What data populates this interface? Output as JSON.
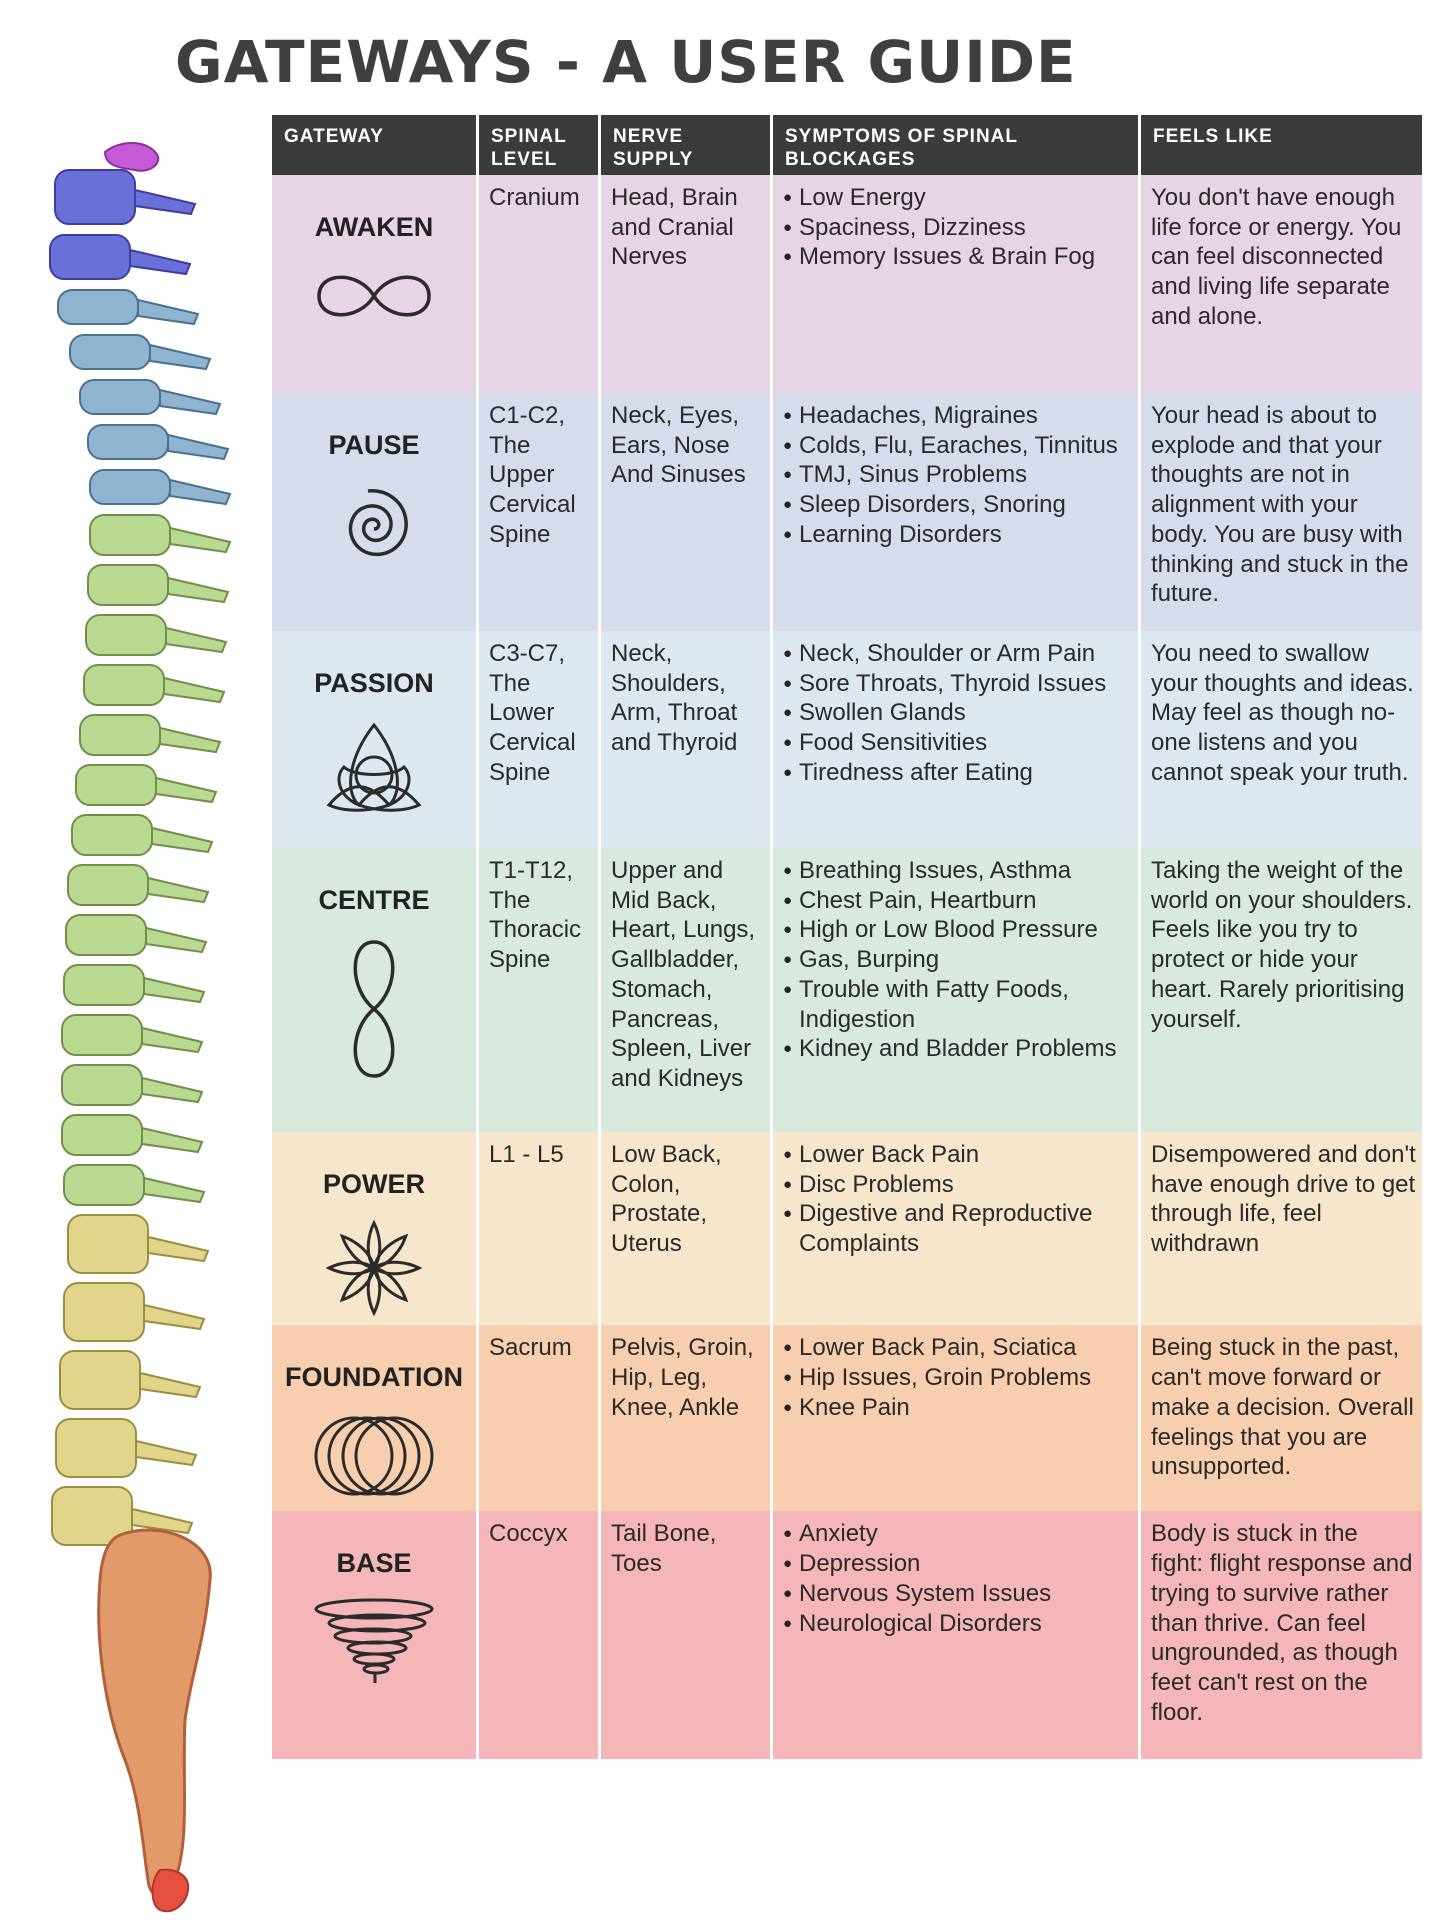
{
  "title": "GATEWAYS - A USER GUIDE",
  "headers": {
    "gateway": "GATEWAY",
    "spinal_level": "SPINAL LEVEL",
    "nerve_supply": "NERVE SUPPLY",
    "symptoms": "SYMPTOMS OF SPINAL BLOCKAGES",
    "feels_like": "FEELS LIKE"
  },
  "rows": [
    {
      "gateway": "AWAKEN",
      "icon": "infinity-icon",
      "color": "#e7d4e4",
      "spinal_level": "Cranium",
      "nerve_supply": "Head, Brain and Cranial Nerves",
      "symptoms": [
        "Low Energy",
        "Spaciness, Dizziness",
        "Memory Issues & Brain Fog"
      ],
      "feels_like": "You don't have enough life force or energy. You can feel disconnected and living life separate and alone."
    },
    {
      "gateway": "PAUSE",
      "icon": "spiral-icon",
      "color": "#d6dcec",
      "spinal_level": "C1-C2, The Upper Cervical Spine",
      "nerve_supply": "Neck, Eyes, Ears, Nose And Sinuses",
      "symptoms": [
        "Headaches, Migraines",
        "Colds, Flu, Earaches, Tinnitus",
        "TMJ, Sinus Problems",
        "Sleep Disorders, Snoring",
        "Learning Disorders"
      ],
      "feels_like": "Your head is about to explode and that your thoughts are not in alignment with your body. You are busy with thinking and stuck in the future."
    },
    {
      "gateway": "PASSION",
      "icon": "triquetra-icon",
      "color": "#dce7ef",
      "spinal_level": "C3-C7, The Lower Cervical Spine",
      "nerve_supply": "Neck, Shoulders, Arm, Throat and Thyroid",
      "symptoms": [
        "Neck, Shoulder or Arm Pain",
        "Sore Throats, Thyroid Issues",
        "Swollen Glands",
        "Food Sensitivities",
        "Tiredness after Eating"
      ],
      "feels_like": "You need to swallow your thoughts and ideas. May feel as though no-one listens and you cannot speak your truth."
    },
    {
      "gateway": "CENTRE",
      "icon": "figure-eight-icon",
      "color": "#d9e9de",
      "spinal_level": "T1-T12, The Thoracic Spine",
      "nerve_supply": "Upper and Mid Back, Heart, Lungs, Gallbladder, Stomach, Pancreas, Spleen, Liver and Kidneys",
      "symptoms": [
        "Breathing Issues, Asthma",
        "Chest Pain, Heartburn",
        "High or Low Blood Pressure",
        "Gas, Burping",
        "Trouble with Fatty Foods, Indigestion",
        "Kidney and Bladder Problems"
      ],
      "feels_like": "Taking the weight of the world on your shoulders. Feels like you try to protect or hide your heart. Rarely prioritising yourself."
    },
    {
      "gateway": "POWER",
      "icon": "flower-star-icon",
      "color": "#f5e6cc",
      "spinal_level": "L1 - L5",
      "nerve_supply": "Low Back, Colon, Prostate, Uterus",
      "symptoms": [
        "Lower Back Pain",
        "Disc Problems",
        "Digestive and Reproductive Complaints"
      ],
      "feels_like": "Disempowered and don't have enough drive to get through life, feel withdrawn"
    },
    {
      "gateway": "FOUNDATION",
      "icon": "overlapping-circles-icon",
      "color": "#f8cfae",
      "spinal_level": "Sacrum",
      "nerve_supply": "Pelvis, Groin, Hip, Leg, Knee, Ankle",
      "symptoms": [
        "Lower Back Pain, Sciatica",
        "Hip Issues, Groin Problems",
        "Knee Pain"
      ],
      "feels_like": "Being stuck in the past, can't move forward or make a decision. Overall feelings that you are unsupported."
    },
    {
      "gateway": "BASE",
      "icon": "vortex-icon",
      "color": "#f4b6b9",
      "spinal_level": "Coccyx",
      "nerve_supply": "Tail Bone, Toes",
      "symptoms": [
        "Anxiety",
        "Depression",
        "Nervous System Issues",
        "Neurological Disorders"
      ],
      "feels_like": "Body is stuck in the fight: flight response and trying to survive rather than thrive. Can feel ungrounded, as though feet can't rest on the floor."
    }
  ]
}
